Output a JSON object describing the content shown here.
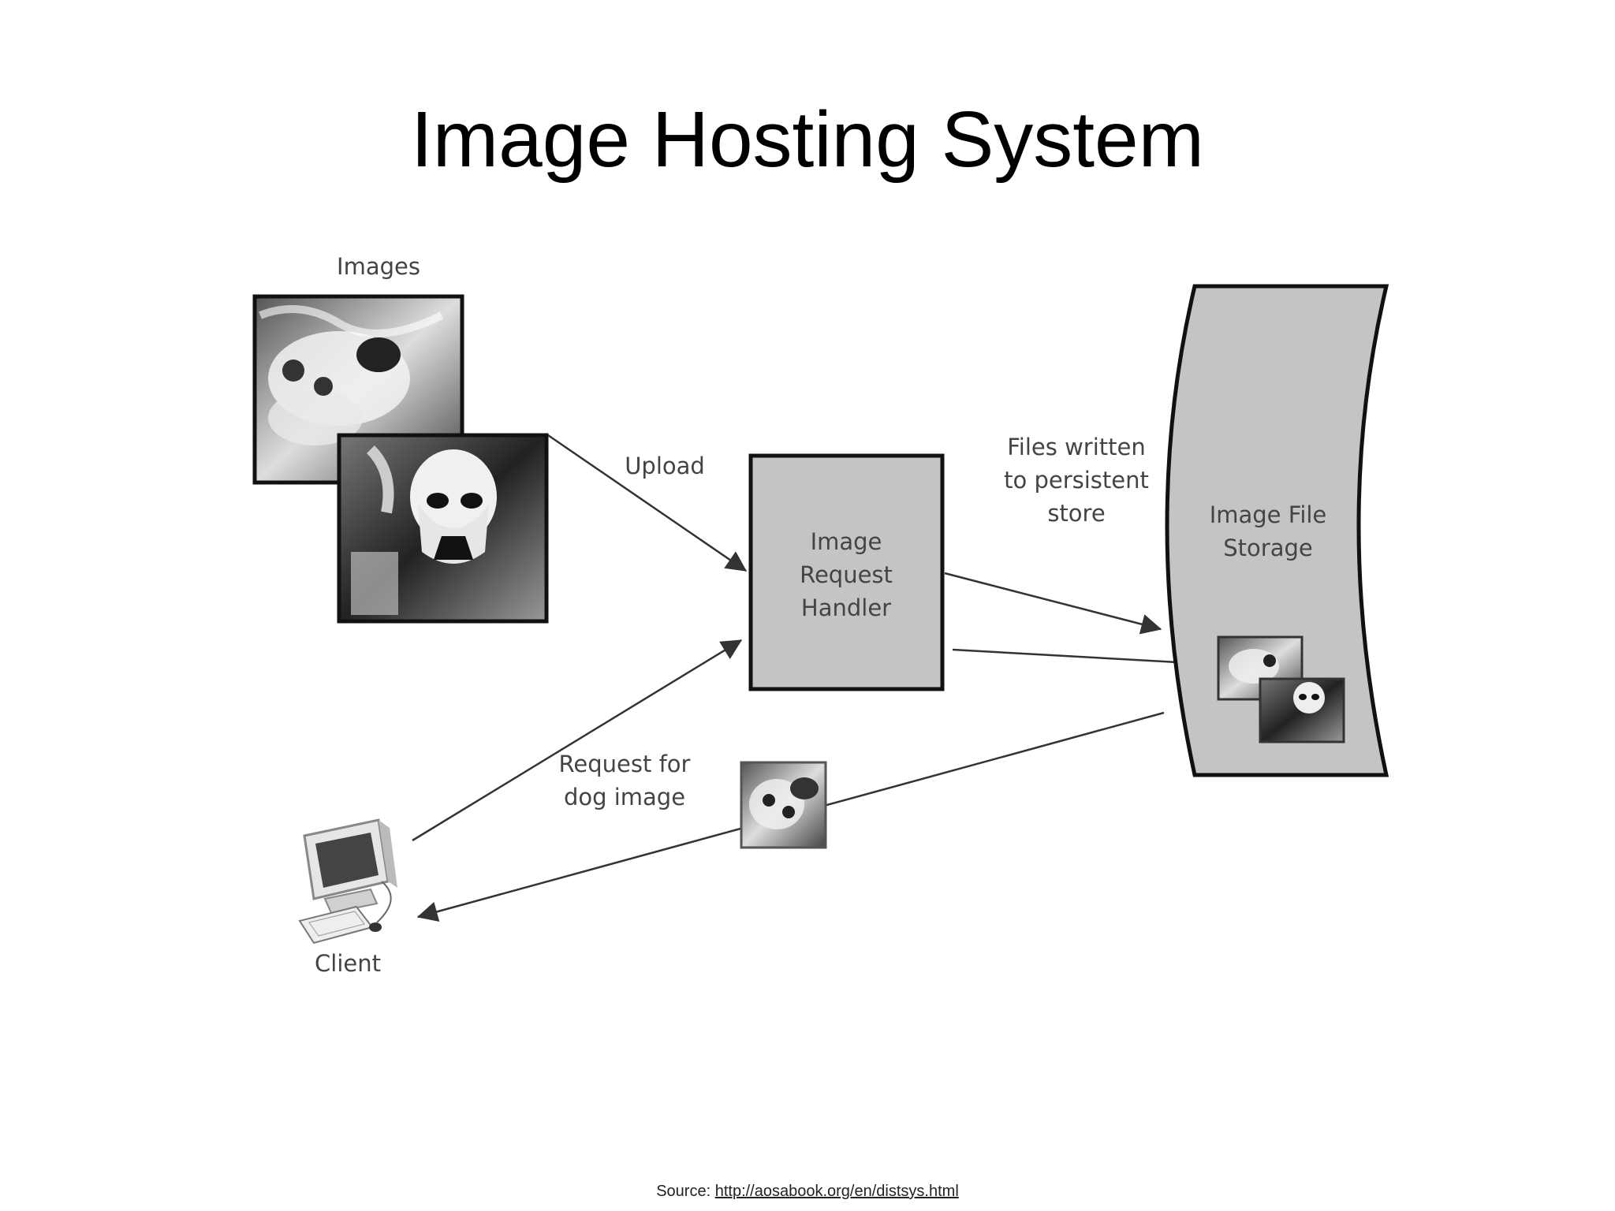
{
  "title": "Image Hosting System",
  "labels": {
    "images": "Images",
    "upload": "Upload",
    "handler": [
      "Image",
      "Request",
      "Handler"
    ],
    "files_written": [
      "Files written",
      "to persistent",
      "store"
    ],
    "storage": [
      "Image File",
      "Storage"
    ],
    "request": [
      "Request for",
      "dog image"
    ],
    "client": "Client"
  },
  "source": {
    "prefix": "Source: ",
    "url": "http://aosabook.org/en/distsys.html"
  },
  "colors": {
    "box_fill": "#c4c4c4",
    "stroke": "#111111",
    "arrow": "#333333"
  }
}
